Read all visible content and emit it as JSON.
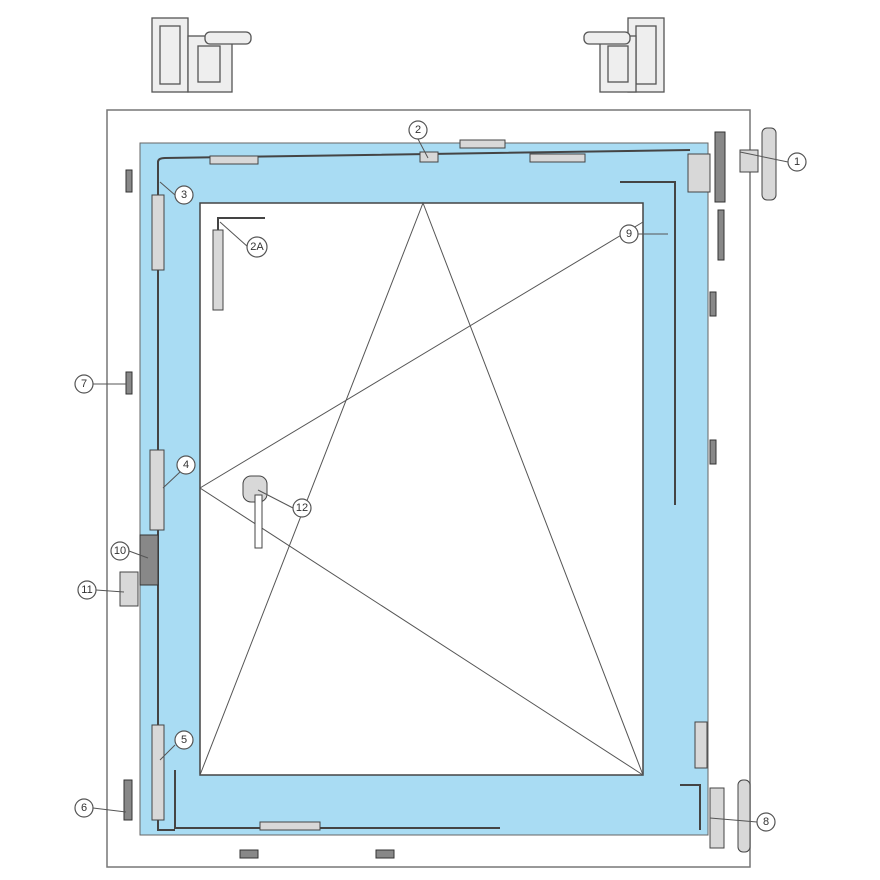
{
  "diagram": {
    "colors": {
      "sash": "#a9dcf3",
      "frame": "#ffffff",
      "line": "#555555"
    },
    "callouts": [
      {
        "id": "c1",
        "label": "1"
      },
      {
        "id": "c2",
        "label": "2"
      },
      {
        "id": "c2a",
        "label": "2A"
      },
      {
        "id": "c3",
        "label": "3"
      },
      {
        "id": "c4",
        "label": "4"
      },
      {
        "id": "c5",
        "label": "5"
      },
      {
        "id": "c6",
        "label": "6"
      },
      {
        "id": "c7",
        "label": "7"
      },
      {
        "id": "c8",
        "label": "8"
      },
      {
        "id": "c9",
        "label": "9"
      },
      {
        "id": "c10",
        "label": "10"
      },
      {
        "id": "c11",
        "label": "11"
      },
      {
        "id": "c12",
        "label": "12"
      }
    ]
  }
}
